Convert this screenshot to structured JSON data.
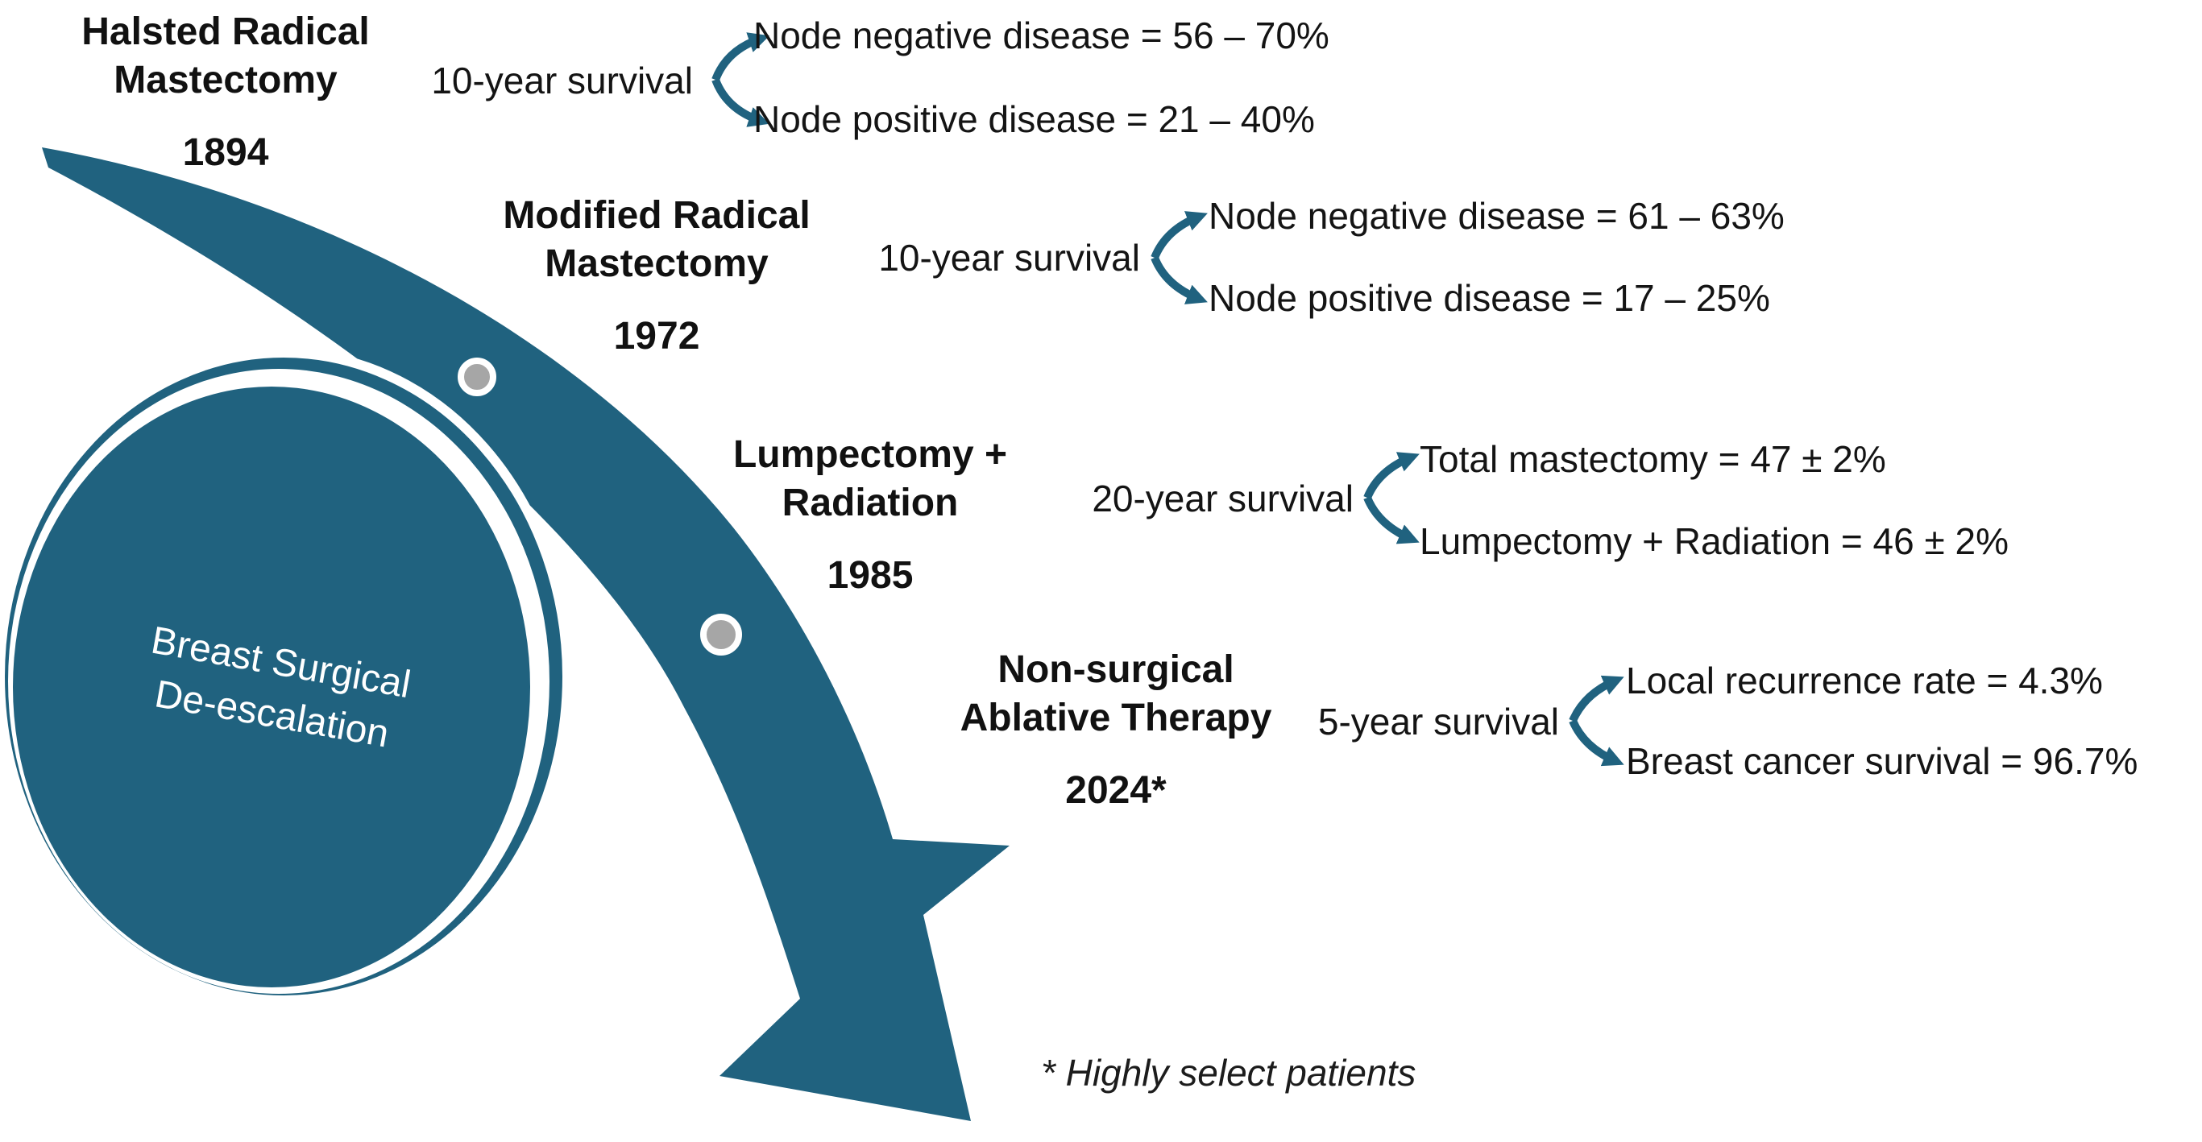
{
  "diagram": {
    "hub": {
      "label_line1": "Breast Surgical",
      "label_line2": "De-escalation"
    },
    "footnote": "* Highly select patients",
    "colors": {
      "teal": "#20627F",
      "dot_gray": "#A6A6A6",
      "text": "#141414"
    },
    "milestones": [
      {
        "title_line1": "Halsted Radical",
        "title_line2": "Mastectomy",
        "year": "1894",
        "survival_label": "10-year survival",
        "outcomes": [
          "Node negative disease = 56 – 70%",
          "Node positive disease = 21 – 40%"
        ]
      },
      {
        "title_line1": "Modified Radical",
        "title_line2": "Mastectomy",
        "year": "1972",
        "survival_label": "10-year survival",
        "outcomes": [
          "Node negative disease = 61 – 63%",
          "Node positive disease = 17 – 25%"
        ]
      },
      {
        "title_line1": "Lumpectomy +",
        "title_line2": "Radiation",
        "year": "1985",
        "survival_label": "20-year survival",
        "outcomes": [
          "Total mastectomy = 47 ± 2%",
          "Lumpectomy + Radiation = 46 ± 2%"
        ]
      },
      {
        "title_line1": "Non-surgical",
        "title_line2": "Ablative Therapy",
        "year": "2024*",
        "survival_label": "5-year survival",
        "outcomes": [
          "Local recurrence rate = 4.3%",
          "Breast cancer survival = 96.7%"
        ]
      }
    ]
  }
}
